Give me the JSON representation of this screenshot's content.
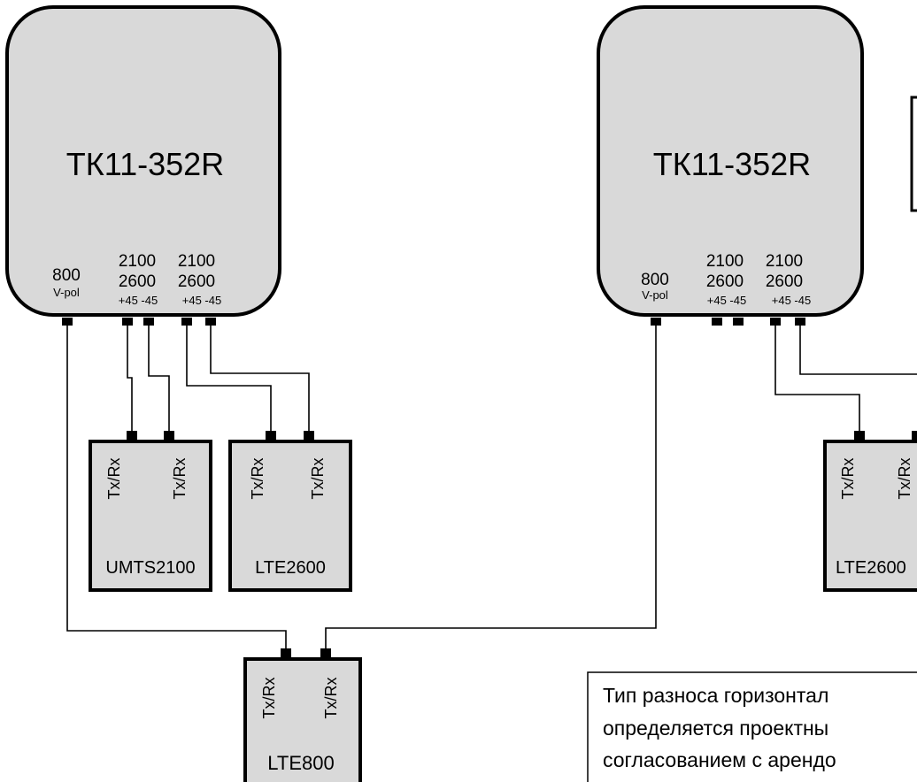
{
  "antennas": [
    {
      "model": "ТК11-352R",
      "port_800": "800",
      "port_800_pol": "V-pol",
      "ports_a_band1": "2100",
      "ports_a_band2": "2600",
      "ports_a_pol": "+45 -45",
      "ports_b_band1": "2100",
      "ports_b_band2": "2600",
      "ports_b_pol": "+45 -45"
    },
    {
      "model": "ТК11-352R",
      "port_800": "800",
      "port_800_pol": "V-pol",
      "ports_a_band1": "2100",
      "ports_a_band2": "2600",
      "ports_a_pol": "+45 -45",
      "ports_b_band1": "2100",
      "ports_b_band2": "2600",
      "ports_b_pol": "+45 -45"
    }
  ],
  "radios": [
    {
      "name": "UMTS2100",
      "port1": "Tx/Rx",
      "port2": "Tx/Rx"
    },
    {
      "name": "LTE2600",
      "port1": "Tx/Rx",
      "port2": "Tx/Rx"
    },
    {
      "name": "LTE2600",
      "port1": "Tx/Rx",
      "port2": "Tx/Rx"
    },
    {
      "name": "LTE800",
      "port1": "Tx/Rx",
      "port2": "Tx/Rx"
    }
  ],
  "note": {
    "line1": "Тип разноса горизонтал",
    "line2": "определяется проектны",
    "line3": "согласованием с арендо"
  },
  "colors": {
    "box_fill": "#d9d9d9",
    "stroke": "#000000",
    "connector": "#000000",
    "background": "#ffffff"
  }
}
